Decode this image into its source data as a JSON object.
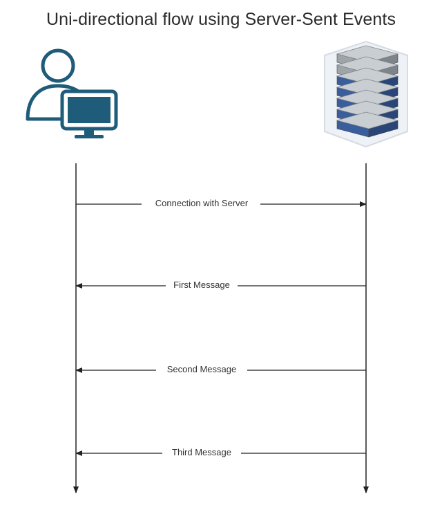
{
  "title": "Uni-directional flow using Server-Sent Events",
  "actors": [
    {
      "id": "client",
      "icon": "user-computer-icon"
    },
    {
      "id": "server",
      "icon": "server-rack-icon"
    }
  ],
  "messages": [
    {
      "label": "Connection with Server",
      "from": "client",
      "to": "server"
    },
    {
      "label": "First Message",
      "from": "server",
      "to": "client"
    },
    {
      "label": "Second Message",
      "from": "server",
      "to": "client"
    },
    {
      "label": "Third Message",
      "from": "server",
      "to": "client"
    }
  ],
  "colors": {
    "client_icon": "#1f5c7a",
    "server_grey": "#9fa4a8",
    "server_blue": "#3a5d9c",
    "line": "#222222"
  }
}
